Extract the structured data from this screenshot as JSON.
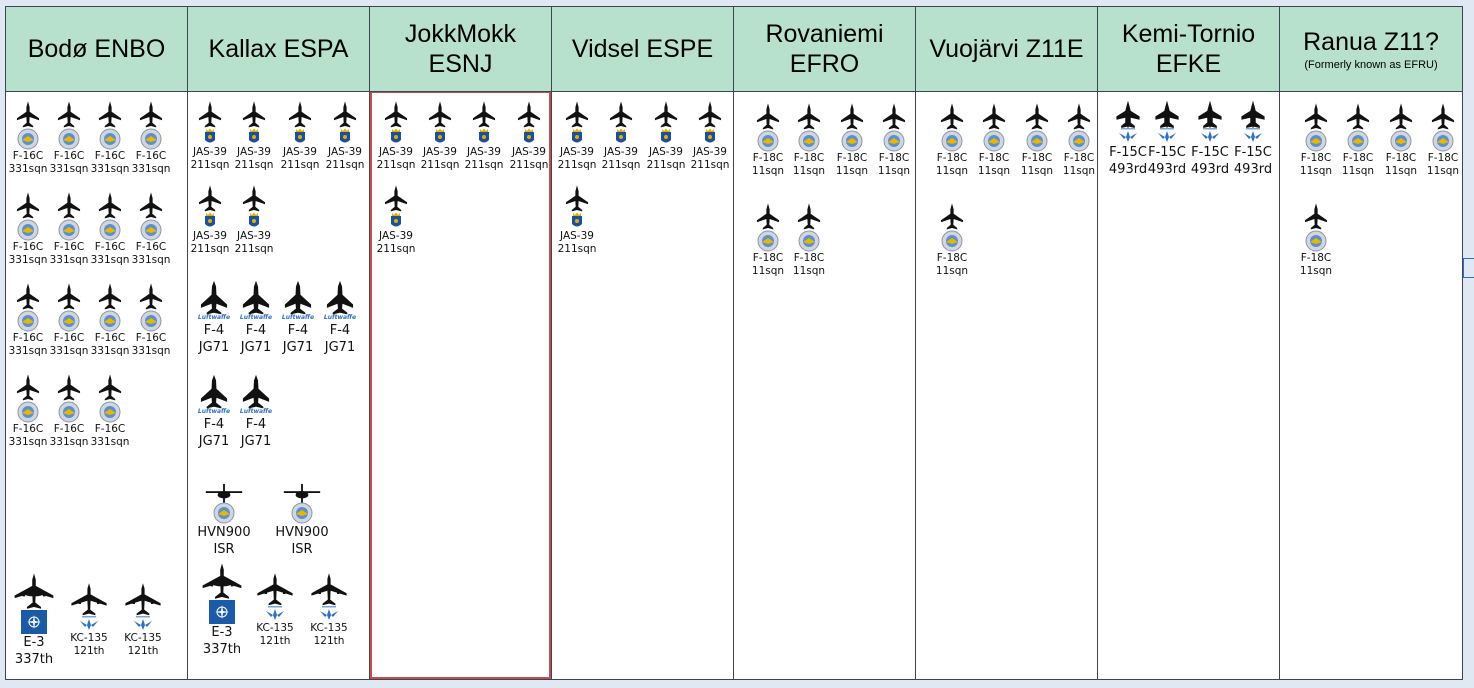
{
  "columns": [
    {
      "name": "Bodø ENBO",
      "sub": "",
      "highlighted": false
    },
    {
      "name": "Kallax ESPA",
      "sub": "",
      "highlighted": false
    },
    {
      "name": "JokkMokk ESNJ",
      "sub": "",
      "highlighted": true
    },
    {
      "name": "Vidsel ESPE",
      "sub": "",
      "highlighted": false
    },
    {
      "name": "Rovaniemi EFRO",
      "sub": "",
      "highlighted": false
    },
    {
      "name": "Vuojärvi Z11E",
      "sub": "",
      "highlighted": false
    },
    {
      "name": "Kemi-Tornio EFKE",
      "sub": "",
      "highlighted": false
    },
    {
      "name": "Ranua Z11?",
      "sub": "(Formerly known as EFRU)",
      "highlighted": false
    }
  ],
  "units": {
    "f16": {
      "type": "F-16C",
      "unit": "331sqn",
      "icon": "fighter-icon",
      "badge": "norway-squadron-badge-icon"
    },
    "jas39": {
      "type": "JAS-39",
      "unit": "211sqn",
      "icon": "fighter-icon",
      "badge": "swedish-crest-icon"
    },
    "f4": {
      "type": "F-4",
      "unit": "JG71",
      "icon": "phantom-icon",
      "badge": "luftwaffe-logo-icon",
      "badge_text": "Luftwaffe"
    },
    "hvn900": {
      "type": "HVN900",
      "unit": "ISR",
      "icon": "helicopter-icon",
      "badge": "squadron-badge-icon"
    },
    "e3": {
      "type": "E-3",
      "unit": "337th",
      "icon": "awacs-icon",
      "badge": "nato-flag-icon"
    },
    "kc135": {
      "type": "KC-135",
      "unit": "121th",
      "icon": "tanker-icon",
      "badge": "usaf-wings-icon"
    },
    "f18": {
      "type": "F-18C",
      "unit": "11sqn",
      "icon": "fighter-icon",
      "badge": "finnish-squadron-badge-icon"
    },
    "f15": {
      "type": "F-15C",
      "unit": "493rd",
      "icon": "eagle-icon",
      "badge": "usaf-wings-icon"
    }
  },
  "counts": {
    "bodo_f16": 15,
    "kallax_jas39": 6,
    "kallax_f4": 6,
    "kallax_hvn900": 2,
    "jokkmokk_jas39": 5,
    "vidsel_jas39": 5,
    "rovaniemi_f18": 6,
    "vuojarvi_f18": 5,
    "kemi_f15": 4,
    "ranua_f18": 5,
    "bodo_e3": 1,
    "bodo_kc135": 2,
    "kallax_e3": 1,
    "kallax_kc135": 2
  },
  "colors": {
    "header_bg": "#b7e1cc",
    "grid_line": "#3c4550",
    "highlight_border": "#c0504d",
    "nato_blue": "#1b5aa6",
    "badge_blue": "#2f6fc4",
    "badge_yellow": "#e8b800"
  }
}
